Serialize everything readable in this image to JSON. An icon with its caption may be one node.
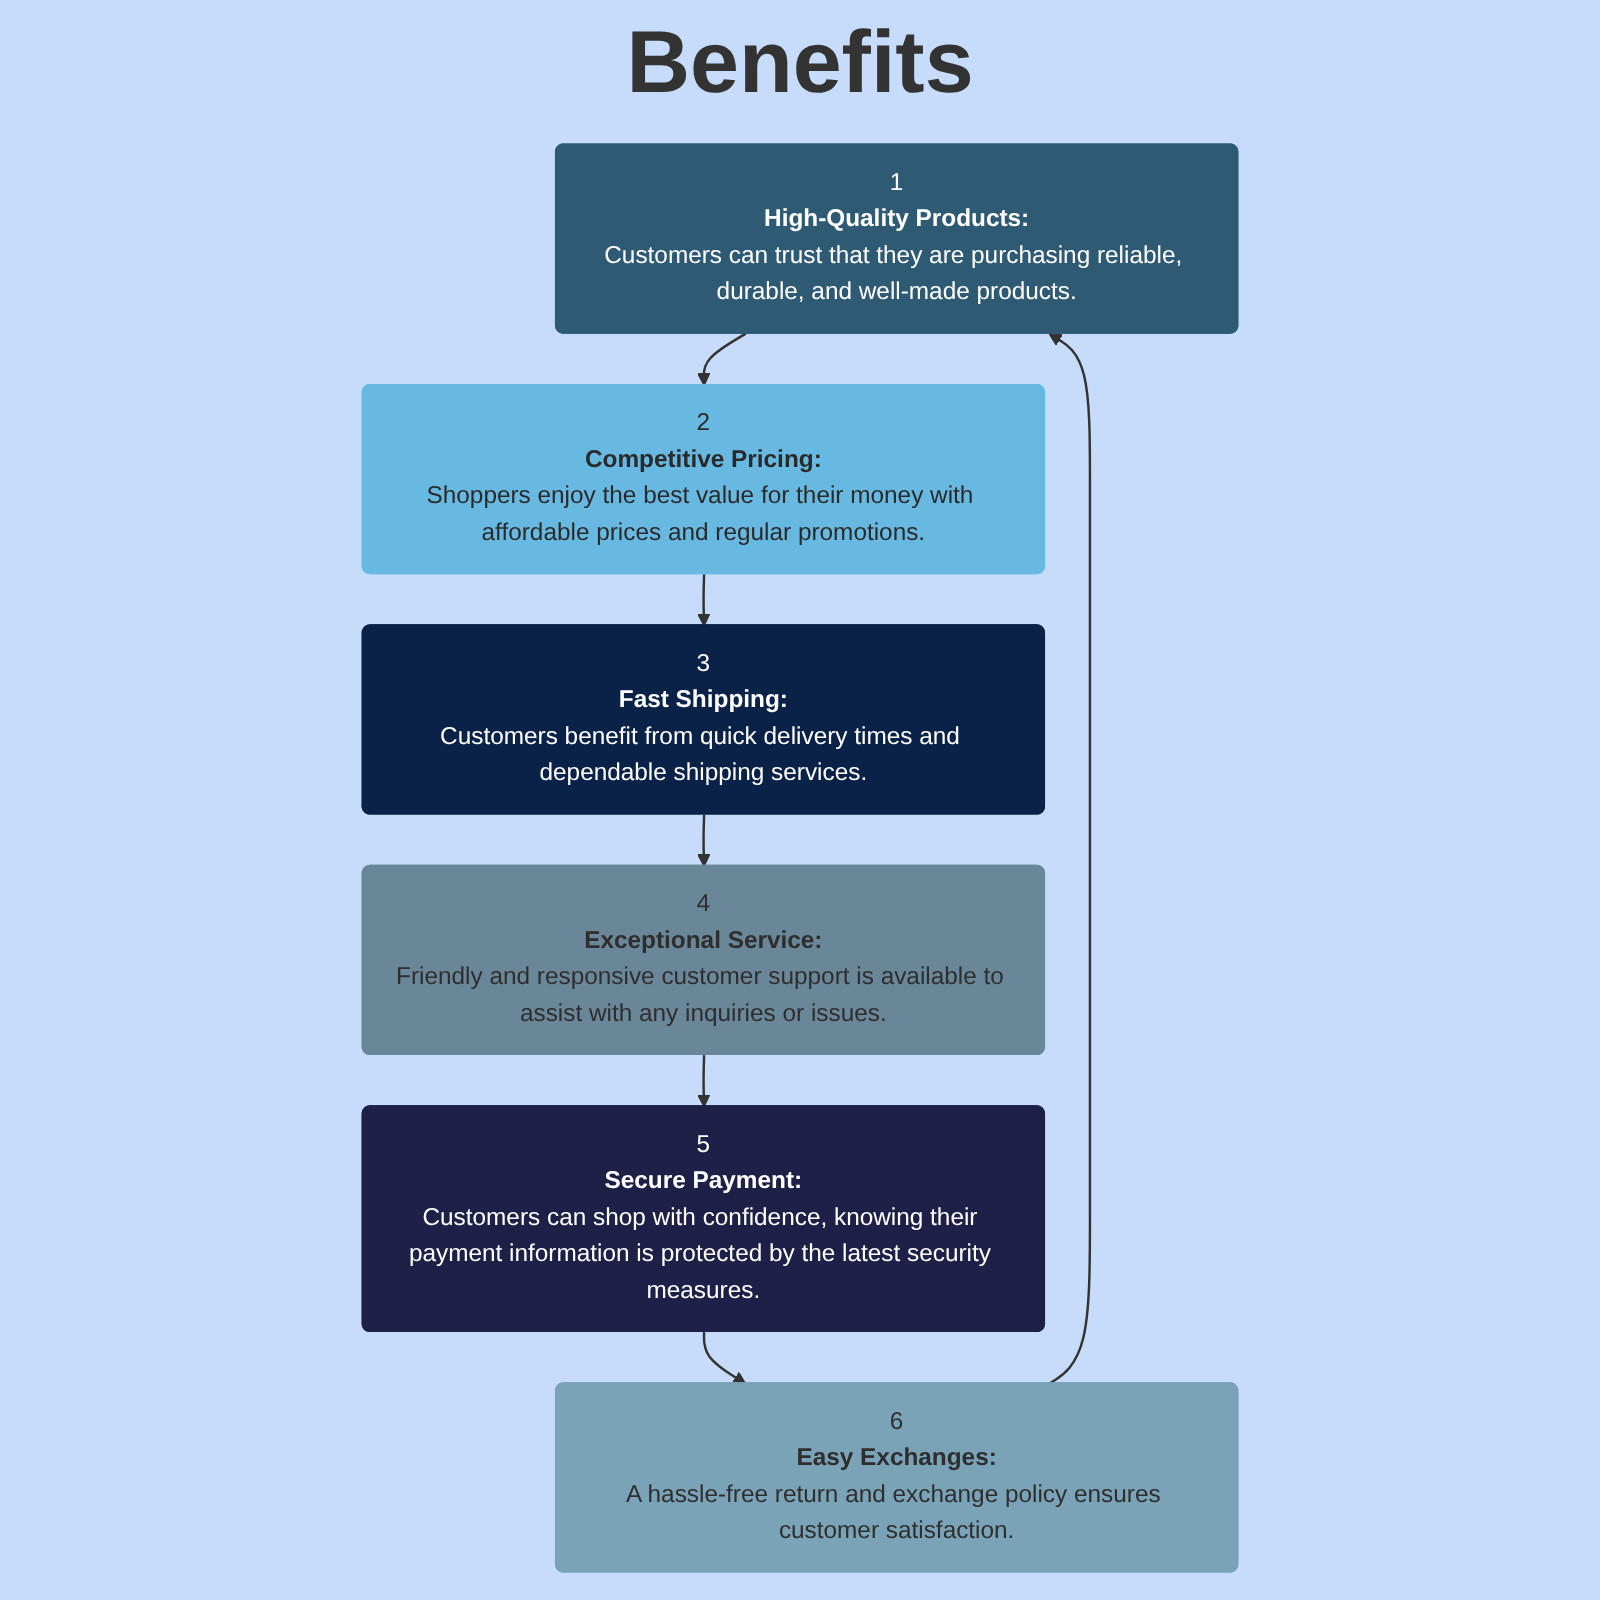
{
  "diagram": {
    "title": "Benefits",
    "nodes": [
      {
        "text": [
          "1",
          "High-Quality Products:",
          "Customers can trust that they are purchasing reliable, durable, and well-made products."
        ]
      },
      {
        "text": [
          "2",
          "Competitive Pricing:",
          "Shoppers enjoy the best value for their money with affordable prices and regular promotions."
        ]
      },
      {
        "text": [
          "3",
          "Fast Shipping:",
          "Customers benefit from quick delivery times and dependable shipping services."
        ]
      },
      {
        "text": [
          "4",
          "Exceptional Service:",
          "Friendly and responsive customer support is available to assist with any inquiries or issues."
        ]
      },
      {
        "text": [
          "5",
          "Secure Payment:",
          "Customers can shop with confidence, knowing their payment information is protected by the latest security measures."
        ]
      },
      {
        "text": [
          "6",
          "Easy Exchanges:",
          "A hassle-free return and exchange policy ensures customer satisfaction."
        ]
      }
    ],
    "edges": [
      {
        "from": 5,
        "to": 0,
        "arrow": "to"
      },
      {
        "from": 0,
        "to": 1,
        "arrow": "to"
      },
      {
        "from": 1,
        "to": 2,
        "arrow": "to"
      },
      {
        "from": 2,
        "to": 3,
        "arrow": "to"
      },
      {
        "from": 3,
        "to": 4,
        "arrow": "to"
      },
      {
        "from": 4,
        "to": 5,
        "arrow": "to"
      }
    ]
  }
}
